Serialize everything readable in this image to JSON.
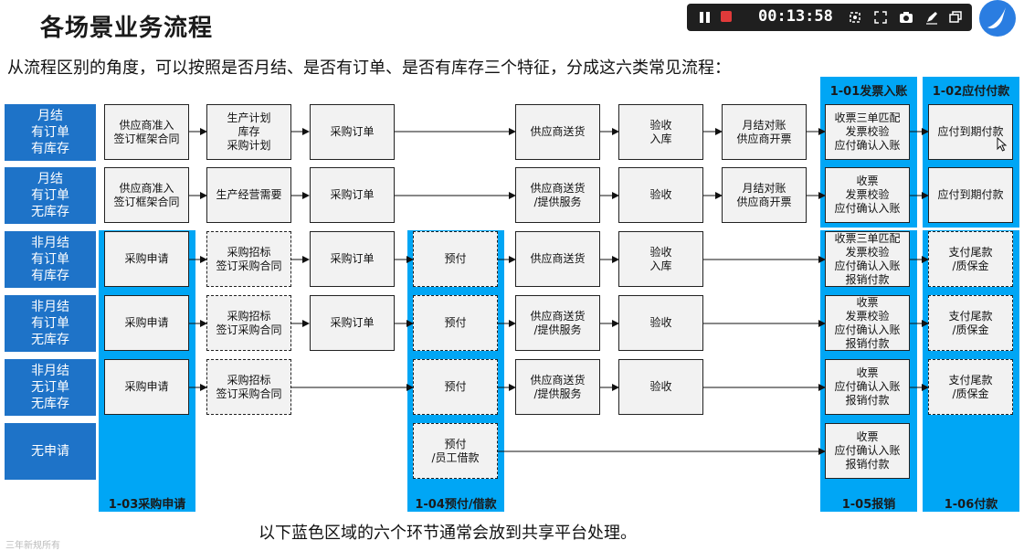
{
  "title": "各场景业务流程",
  "subtitle": "从流程区别的角度，可以按照是否月结、是否有订单、是否有库存三个特征，分成这六类常见流程：",
  "footer": "以下蓝色区域的六个环节通常会放到共享平台处理。",
  "faint_text": "三年新规所有",
  "recorder": {
    "time": "00:13:58"
  },
  "lanes": [
    "月结\n有订单\n有库存",
    "月结\n有订单\n无库存",
    "非月结\n有订单\n有库存",
    "非月结\n有订单\n无库存",
    "非月结\n无订单\n无库存",
    "无申请"
  ],
  "columns": {
    "c1": "1-01发票入账",
    "c2": "1-02应付付款",
    "c3": "1-03采购申请",
    "c4": "1-04预付/借款",
    "c5": "1-05报销",
    "c6": "1-06付款"
  },
  "boxes": {
    "r1": {
      "b1": "供应商准入\n签订框架合同",
      "b2": "生产计划\n库存\n采购计划",
      "b3": "采购订单",
      "b4": "供应商送货",
      "b5": "验收\n入库",
      "b6": "月结对账\n供应商开票",
      "b7": "收票三单匹配\n发票校验\n应付确认入账",
      "b8": "应付到期付款"
    },
    "r2": {
      "b1": "供应商准入\n签订框架合同",
      "b2": "生产经营需要",
      "b3": "采购订单",
      "b4": "供应商送货\n/提供服务",
      "b5": "验收",
      "b6": "月结对账\n供应商开票",
      "b7": "收票\n发票校验\n应付确认入账",
      "b8": "应付到期付款"
    },
    "r3": {
      "b1": "采购申请",
      "b2": "采购招标\n签订采购合同",
      "b3": "采购订单",
      "b4": "预付",
      "b5": "供应商送货",
      "b6": "验收\n入库",
      "b7": "收票三单匹配\n发票校验\n应付确认入账\n报销付款",
      "b8": "支付尾款\n/质保金"
    },
    "r4": {
      "b1": "采购申请",
      "b2": "采购招标\n签订采购合同",
      "b3": "采购订单",
      "b4": "预付",
      "b5": "供应商送货\n/提供服务",
      "b6": "验收",
      "b7": "收票\n发票校验\n应付确认入账\n报销付款",
      "b8": "支付尾款\n/质保金"
    },
    "r5": {
      "b1": "采购申请",
      "b2": "采购招标\n签订采购合同",
      "b4": "预付",
      "b5": "供应商送货\n/提供服务",
      "b6": "验收",
      "b7": "收票\n应付确认入账\n报销付款",
      "b8": "支付尾款\n/质保金"
    },
    "r6": {
      "b4": "预付\n/员工借款",
      "b7": "收票\n应付确认入账\n报销付款"
    }
  }
}
